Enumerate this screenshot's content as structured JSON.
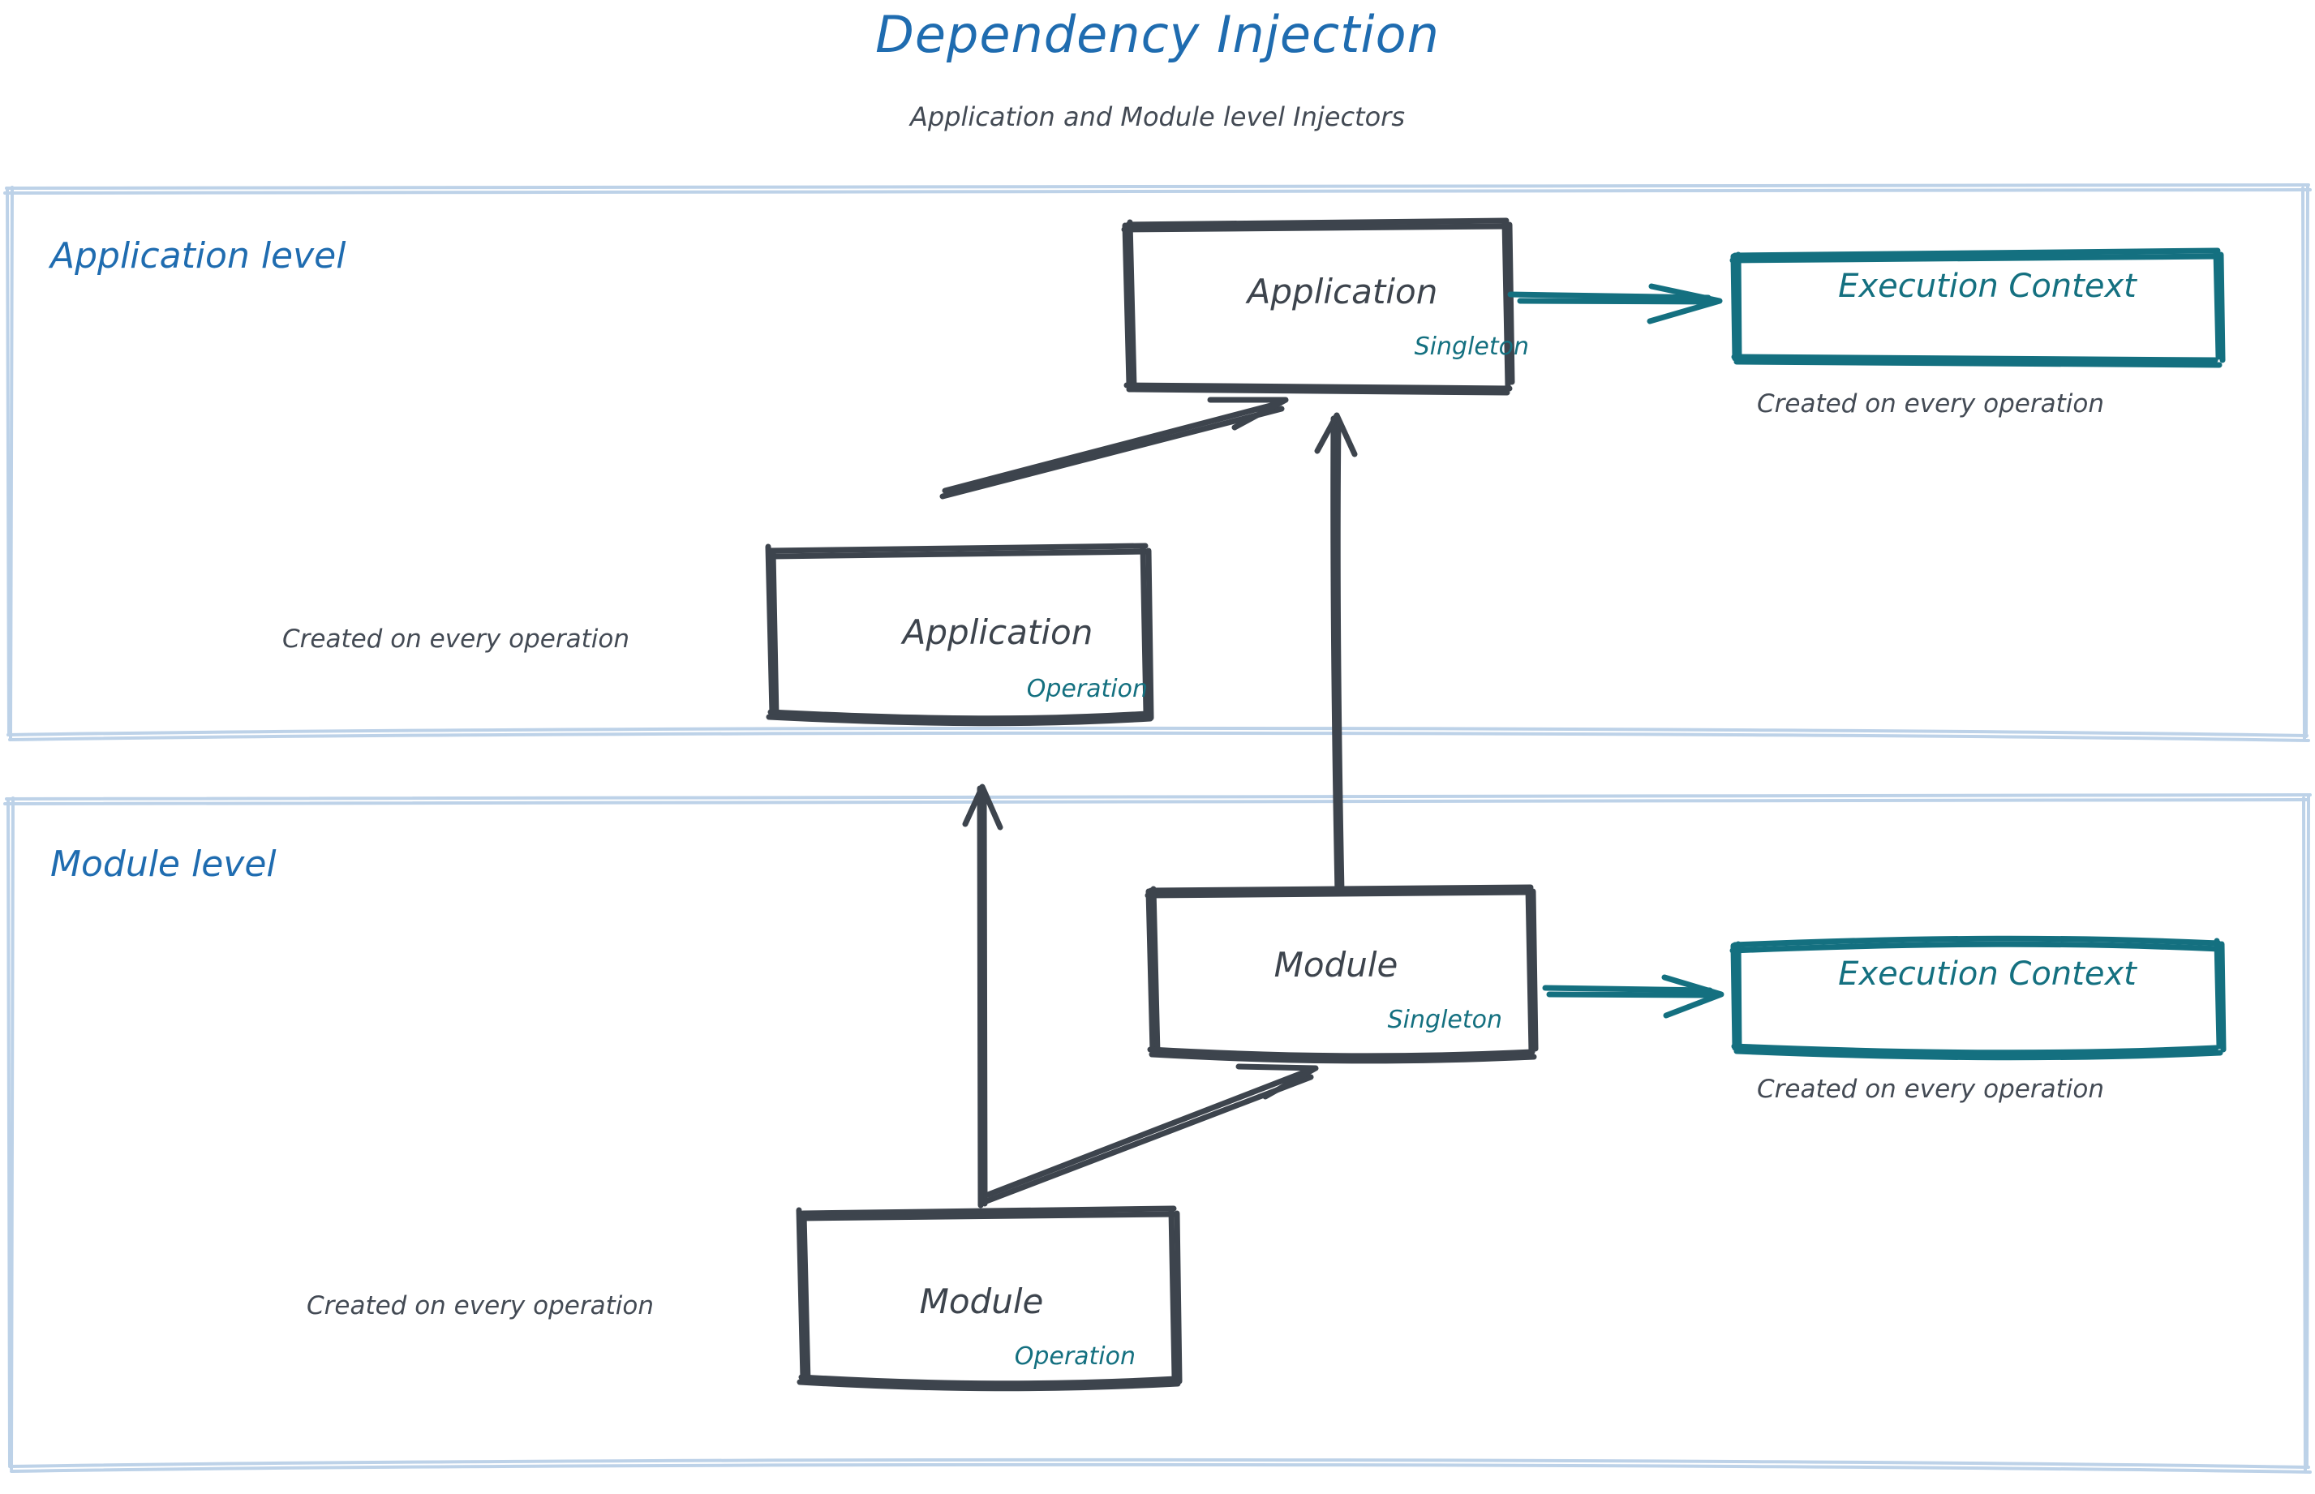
{
  "header": {
    "title": "Dependency Injection",
    "subtitle": "Application and Module level Injectors",
    "title_color": "#1f6cb0",
    "subtitle_color": "#434a54"
  },
  "colors": {
    "accent_blue": "#1f6cb0",
    "section_border": "#bdd2e8",
    "node_stroke": "#3d444d",
    "teal": "#147080",
    "note_text": "#434a54",
    "background": "#ffffff"
  },
  "sections": [
    {
      "id": "application-level",
      "title": "Application level",
      "nodes": [
        {
          "id": "application-singleton",
          "name": "Application",
          "scope": "Singleton",
          "scope_color": "#147080"
        },
        {
          "id": "application-operation",
          "name": "Application",
          "scope": "Operation",
          "scope_color": "#147080",
          "note": "Created on every operation"
        },
        {
          "id": "execution-context-application",
          "name": "Execution Context",
          "color": "#147080",
          "note": "Created on every operation"
        }
      ]
    },
    {
      "id": "module-level",
      "title": "Module level",
      "nodes": [
        {
          "id": "module-singleton",
          "name": "Module",
          "scope": "Singleton",
          "scope_color": "#147080"
        },
        {
          "id": "module-operation",
          "name": "Module",
          "scope": "Operation",
          "scope_color": "#147080",
          "note": "Created on every operation"
        },
        {
          "id": "execution-context-module",
          "name": "Execution Context",
          "color": "#147080",
          "note": "Created on every operation"
        }
      ]
    }
  ],
  "edges": [
    {
      "id": "app-singleton-to-execution-context",
      "from": "application-singleton",
      "to": "execution-context-application",
      "color": "#147080",
      "direction": "right"
    },
    {
      "id": "app-operation-to-app-singleton",
      "from": "application-operation",
      "to": "application-singleton",
      "color": "#3d444d",
      "direction": "up-right"
    },
    {
      "id": "module-singleton-to-app-singleton",
      "from": "module-singleton",
      "to": "application-singleton",
      "color": "#3d444d",
      "direction": "up"
    },
    {
      "id": "module-operation-to-app-operation",
      "from": "module-operation",
      "to": "application-operation",
      "color": "#3d444d",
      "direction": "up"
    },
    {
      "id": "module-operation-to-module-singleton",
      "from": "module-operation",
      "to": "module-singleton",
      "color": "#3d444d",
      "direction": "up-right"
    },
    {
      "id": "module-singleton-to-execution-context",
      "from": "module-singleton",
      "to": "execution-context-module",
      "color": "#147080",
      "direction": "right"
    }
  ]
}
